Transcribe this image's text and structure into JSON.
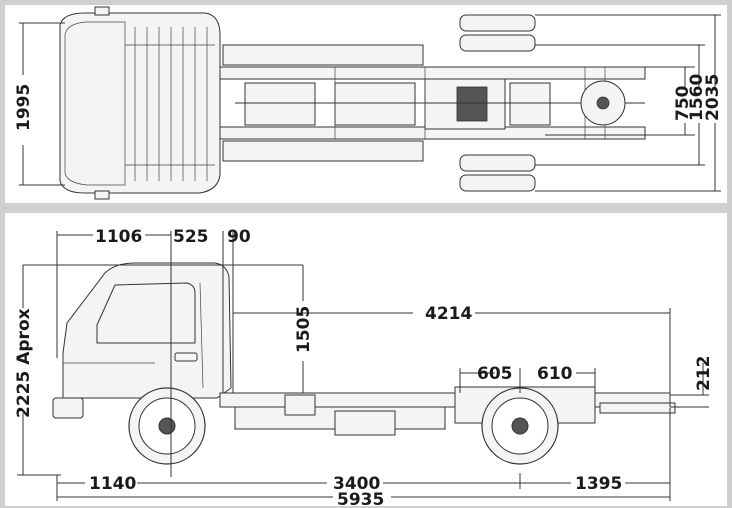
{
  "top_view": {
    "width_1995": "1995",
    "track_750": "750",
    "track_1560": "1560",
    "overall_2035": "2035"
  },
  "side_view": {
    "d_1106": "1106",
    "d_525": "525",
    "d_90": "90",
    "d_4214": "4214",
    "d_1505": "1505",
    "d_605": "605",
    "d_610": "610",
    "d_212": "212",
    "height_label": "2225 Aprox",
    "d_1140": "1140",
    "d_3400": "3400",
    "d_1395": "1395",
    "d_5935": "5935"
  }
}
